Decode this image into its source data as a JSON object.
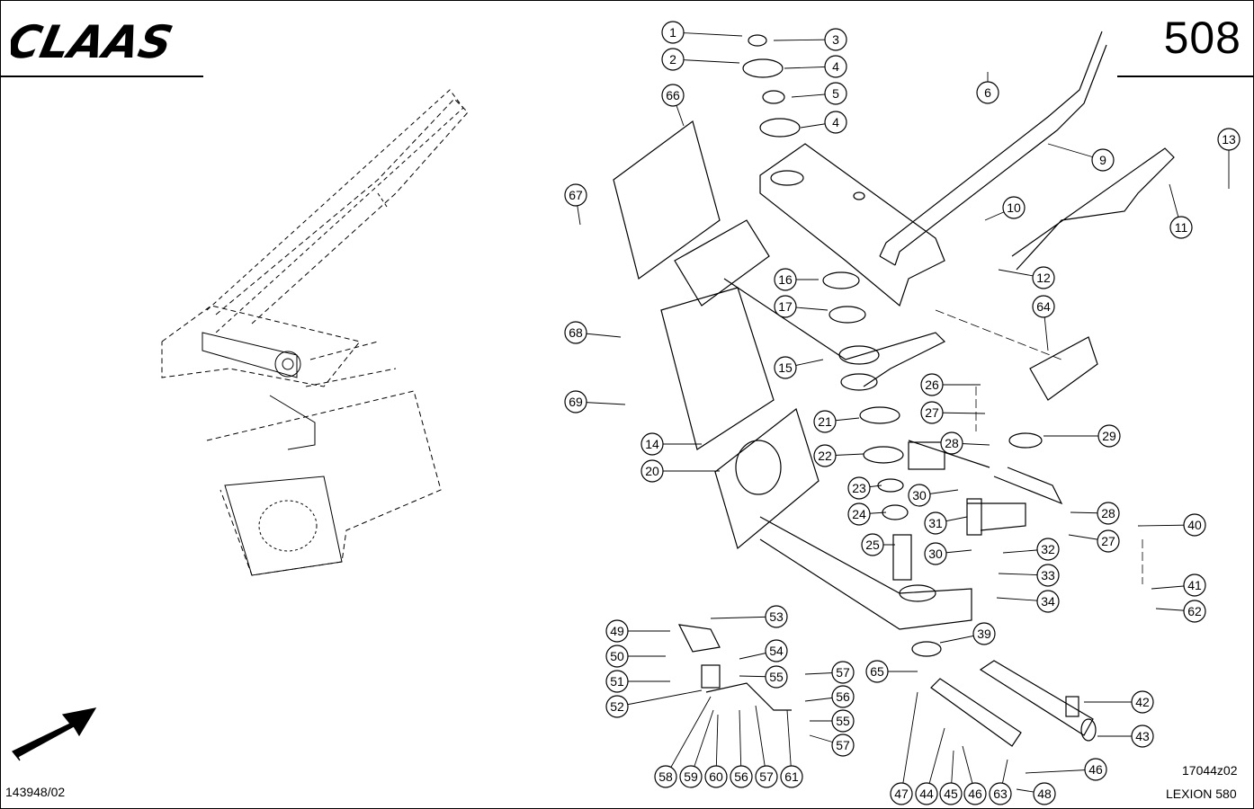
{
  "header": {
    "brand": "CLAAS",
    "page_number": "508"
  },
  "footer": {
    "document_number": "143948/02",
    "drawing_code": "17044z02",
    "model": "LEXION 580"
  },
  "callouts": [
    "1",
    "2",
    "3",
    "4",
    "5",
    "4",
    "6",
    "9",
    "13",
    "66",
    "67",
    "11",
    "10",
    "16",
    "12",
    "17",
    "64",
    "15",
    "68",
    "69",
    "26",
    "27",
    "28",
    "29",
    "21",
    "22",
    "14",
    "20",
    "30",
    "23",
    "24",
    "31",
    "28",
    "40",
    "27",
    "25",
    "32",
    "30",
    "33",
    "41",
    "34",
    "62",
    "49",
    "53",
    "39",
    "54",
    "50",
    "65",
    "57",
    "55",
    "51",
    "56",
    "52",
    "55",
    "57",
    "42",
    "43",
    "46",
    "58",
    "59",
    "60",
    "56",
    "57",
    "61",
    "47",
    "44",
    "45",
    "46",
    "63",
    "48"
  ],
  "icons": {
    "brand_logo": "claas-logo",
    "direction_arrow": "forward-arrow-icon"
  }
}
